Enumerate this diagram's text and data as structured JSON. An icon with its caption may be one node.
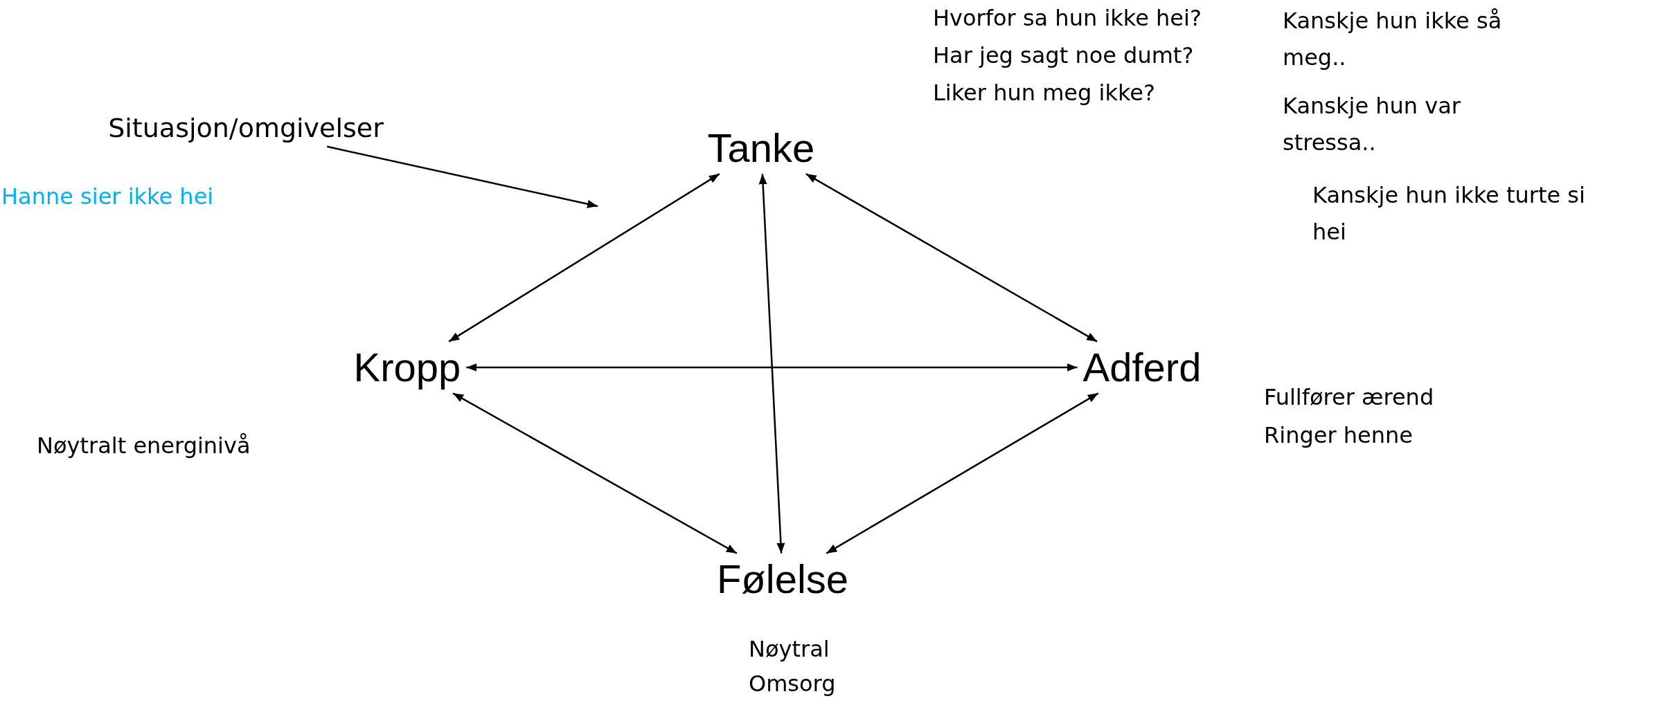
{
  "diagram": {
    "nodes": [
      {
        "text": [
          "Situasjon/omgivelser"
        ]
      },
      {
        "text": [
          "Tanke"
        ]
      },
      {
        "text": [
          "Kropp"
        ]
      },
      {
        "text": [
          "Adferd"
        ]
      },
      {
        "text": [
          "Følelse"
        ]
      }
    ],
    "edges": [
      {
        "from": 0,
        "to": null,
        "arrow": "to"
      },
      {
        "from": 1,
        "to": 2,
        "arrow": "both"
      },
      {
        "from": 1,
        "to": 3,
        "arrow": "both"
      },
      {
        "from": 1,
        "to": 4,
        "arrow": "both"
      },
      {
        "from": 2,
        "to": 3,
        "arrow": "both"
      },
      {
        "from": 2,
        "to": 4,
        "arrow": "both"
      },
      {
        "from": 3,
        "to": 4,
        "arrow": "both"
      }
    ],
    "labels": [
      "Hvorfor sa hun ikke hei?",
      "Har jeg sagt noe dumt?",
      "Liker hun meg ikke?",
      "Kanskje hun ikke så meg..",
      "Kanskje hun var stressa..",
      "Hanne sier ikke hei",
      "Kanskje hun ikke turte si hei",
      "Fullfører ærend",
      "Ringer henne",
      "Nøytralt energinivå",
      "Nøytral",
      "Omsorg"
    ]
  }
}
